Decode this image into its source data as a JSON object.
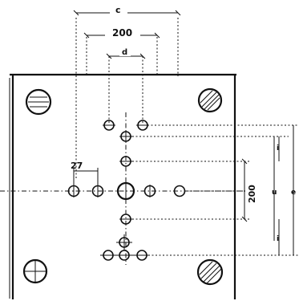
{
  "labels": {
    "dim_c": "c",
    "dim_200_top": "200",
    "dim_d": "d",
    "dim_27": "27",
    "dim_200_right": "200",
    "dim_u": "u",
    "dim_e": "e",
    "dim_i_upper": "i",
    "dim_i_lower": "i"
  }
}
